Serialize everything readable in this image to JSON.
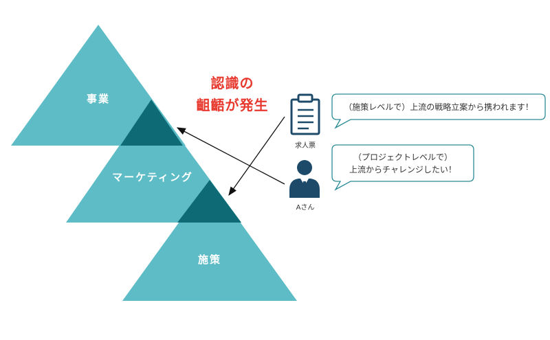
{
  "diagram": {
    "pyramids": [
      {
        "label": "事業"
      },
      {
        "label": "マーケティング"
      },
      {
        "label": "施策"
      }
    ],
    "headline": {
      "line1": "認識の",
      "line2": "齟齬が発生"
    },
    "job_posting": {
      "icon": "clipboard-icon",
      "caption": "求人票"
    },
    "person": {
      "icon": "person-icon",
      "caption": "Aさん"
    },
    "bubbles": {
      "job": {
        "text": "（施策レベルで）上流の戦略立案から携われます！"
      },
      "person": {
        "line1": "（プロジェクトレベルで）",
        "line2": "上流からチャレンジしたい！"
      }
    },
    "colors": {
      "teal": "#5dbcc5",
      "dark_teal": "#0e6a75",
      "bubble_border": "#2a8a95",
      "headline_red": "#e8392f",
      "icon_navy": "#1e4a6a"
    }
  }
}
